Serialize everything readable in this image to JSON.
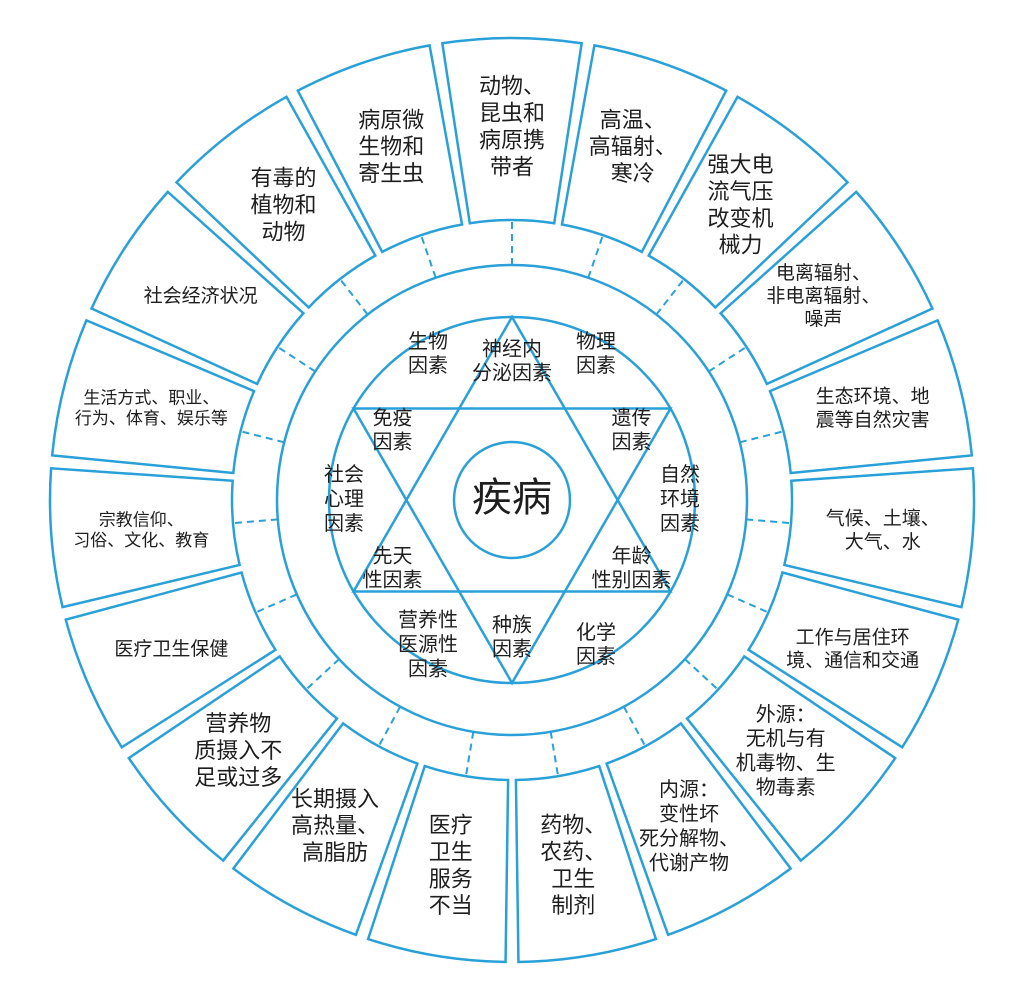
{
  "center": {
    "label": "疾病"
  },
  "inner_factors": [
    {
      "id": "neuro",
      "lines": [
        "神经内",
        "分泌因素"
      ]
    },
    {
      "id": "physical",
      "lines": [
        "物理",
        "因素"
      ]
    },
    {
      "id": "genetic",
      "lines": [
        "遗传",
        "因素"
      ]
    },
    {
      "id": "natural-env",
      "lines": [
        "自然",
        "环境",
        "因素"
      ]
    },
    {
      "id": "age-sex",
      "lines": [
        "年龄",
        "性别因素"
      ]
    },
    {
      "id": "chemical",
      "lines": [
        "化学",
        "因素"
      ]
    },
    {
      "id": "race",
      "lines": [
        "种族",
        "因素"
      ]
    },
    {
      "id": "nutrition-iatrogenic",
      "lines": [
        "营养性",
        "医源性",
        "因素"
      ]
    },
    {
      "id": "congenital",
      "lines": [
        "先天",
        "性因素"
      ]
    },
    {
      "id": "social-psych",
      "lines": [
        "社会",
        "心理",
        "因素"
      ]
    },
    {
      "id": "immune",
      "lines": [
        "免疫",
        "因素"
      ]
    },
    {
      "id": "biological",
      "lines": [
        "生物",
        "因素"
      ]
    }
  ],
  "outer_factors": [
    {
      "id": "animals-insects",
      "lines": [
        "动物、",
        "昆虫和",
        "病原携",
        "带者"
      ]
    },
    {
      "id": "high-temp",
      "lines": [
        "高温、",
        "高辐射、",
        "寒冷"
      ]
    },
    {
      "id": "electric-pressure",
      "lines": [
        "强大电",
        "流气压",
        "改变机",
        "械力"
      ]
    },
    {
      "id": "radiation-noise",
      "lines": [
        "电离辐射、",
        "非电离辐射、",
        "噪声"
      ]
    },
    {
      "id": "ecology-disaster",
      "lines": [
        "生态环境、地",
        "震等自然灾害"
      ]
    },
    {
      "id": "climate",
      "lines": [
        "气候、土壤、",
        "大气、水"
      ]
    },
    {
      "id": "work-living",
      "lines": [
        "工作与居住环",
        "境、通信和交通"
      ]
    },
    {
      "id": "exogenous",
      "lines": [
        "外源：",
        "无机与有",
        "机毒物、生",
        "物毒素"
      ]
    },
    {
      "id": "endogenous",
      "lines": [
        "内源：",
        "变性坏",
        "死分解物、",
        "代谢产物"
      ]
    },
    {
      "id": "drugs",
      "lines": [
        "药物、",
        "农药、",
        "卫生",
        "制剂"
      ]
    },
    {
      "id": "medical-service",
      "lines": [
        "医疗",
        "卫生",
        "服务",
        "不当"
      ]
    },
    {
      "id": "high-calorie",
      "lines": [
        "长期摄入",
        "高热量、",
        "高脂肪"
      ]
    },
    {
      "id": "nutrient-intake",
      "lines": [
        "营养物",
        "质摄入不",
        "足或过多"
      ]
    },
    {
      "id": "healthcare",
      "lines": [
        "医疗卫生保健"
      ]
    },
    {
      "id": "religion",
      "lines": [
        "宗教信仰、",
        "习俗、文化、教育"
      ]
    },
    {
      "id": "lifestyle",
      "lines": [
        "生活方式、职业、",
        "行为、体育、娱乐等"
      ]
    },
    {
      "id": "socioeconomic",
      "lines": [
        "社会经济状况"
      ]
    },
    {
      "id": "toxic-plants",
      "lines": [
        "有毒的",
        "植物和",
        "动物"
      ]
    },
    {
      "id": "pathogens",
      "lines": [
        "病原微",
        "生物和",
        "寄生虫"
      ]
    }
  ],
  "colors": {
    "line": "#2aa0d8",
    "text": "#1e1e1e",
    "background": "#ffffff"
  }
}
